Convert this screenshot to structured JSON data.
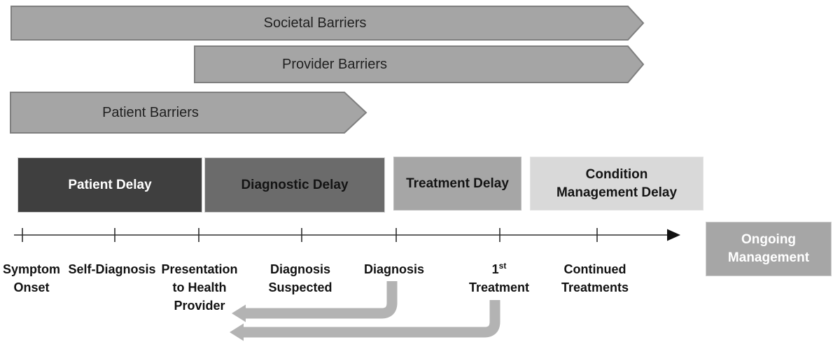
{
  "barriers": [
    {
      "label": "Societal Barriers"
    },
    {
      "label": "Provider Barriers"
    },
    {
      "label": "Patient Barriers"
    }
  ],
  "delays": [
    {
      "label": "Patient Delay",
      "lines": [
        "Patient Delay"
      ],
      "bg": "#3f3f3f",
      "text_color": "#ffffff"
    },
    {
      "label": "Diagnostic Delay",
      "lines": [
        "Diagnostic Delay"
      ],
      "bg": "#6b6b6b",
      "text_color": "#141414"
    },
    {
      "label": "Treatment Delay",
      "lines": [
        "Treatment Delay"
      ],
      "bg": "#a6a6a6",
      "text_color": "#141414"
    },
    {
      "label": "Condition Management Delay",
      "lines": [
        "Condition",
        "Management Delay"
      ],
      "bg": "#d9d9d9",
      "text_color": "#141414"
    }
  ],
  "ongoing": {
    "label": "Ongoing Management",
    "lines": [
      "Ongoing",
      "Management"
    ],
    "bg": "#a6a6a6",
    "text_color": "#ffffff"
  },
  "timeline": {
    "milestones": [
      {
        "label": "Symptom Onset",
        "lines": [
          "Symptom",
          "Onset"
        ]
      },
      {
        "label": "Self-Diagnosis",
        "lines": [
          "Self-Diagnosis"
        ]
      },
      {
        "label": "Presentation to Health Provider",
        "lines": [
          "Presentation",
          "to Health",
          "Provider"
        ]
      },
      {
        "label": "Diagnosis Suspected",
        "lines": [
          "Diagnosis",
          "Suspected"
        ]
      },
      {
        "label": "Diagnosis",
        "lines": [
          "Diagnosis"
        ]
      },
      {
        "label": "1st Treatment",
        "prefix": "1",
        "superscript": "st",
        "lines": [
          "Treatment"
        ]
      },
      {
        "label": "Continued Treatments",
        "lines": [
          "Continued",
          "Treatments"
        ]
      }
    ]
  },
  "colors": {
    "barrier_fill": "#a5a5a5",
    "barrier_border": "#7f7f7f",
    "patient_delay_bg": "#3f3f3f",
    "diagnostic_delay_bg": "#6b6b6b",
    "treatment_delay_bg": "#a6a6a6",
    "condition_delay_bg": "#d9d9d9",
    "ongoing_bg": "#a6a6a6",
    "timeline_stroke": "#2e2e2e",
    "connector_fill": "#b3b3b3"
  }
}
